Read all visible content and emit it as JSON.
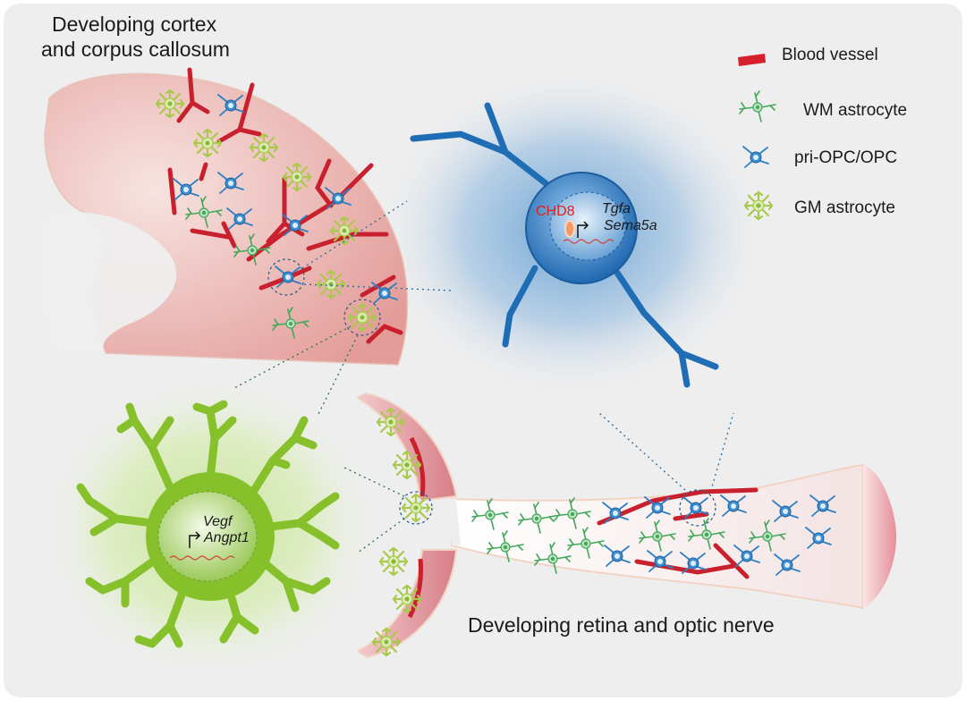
{
  "titles": {
    "cortex_line1": "Developing cortex",
    "cortex_line2": "and corpus callosum",
    "retina": "Developing retina and optic nerve"
  },
  "legend": {
    "blood_vessel": "Blood vessel",
    "wm_astrocyte": "WM astrocyte",
    "opc": "pri-OPC/OPC",
    "gm_astrocyte": "GM astrocyte"
  },
  "opc_cell": {
    "protein": "CHD8",
    "gene1": "Tgfa",
    "gene2": "Sema5a"
  },
  "astro_cell": {
    "gene1": "Vegf",
    "gene2": "Angpt1"
  },
  "colors": {
    "vessel": "#c9202e",
    "opc": "#2f7fc3",
    "wm_astro": "#43a85a",
    "gm_astro": "#a9c94a",
    "tissue_pink": "#e9a9a6",
    "background_panel": "#eeeeee"
  }
}
